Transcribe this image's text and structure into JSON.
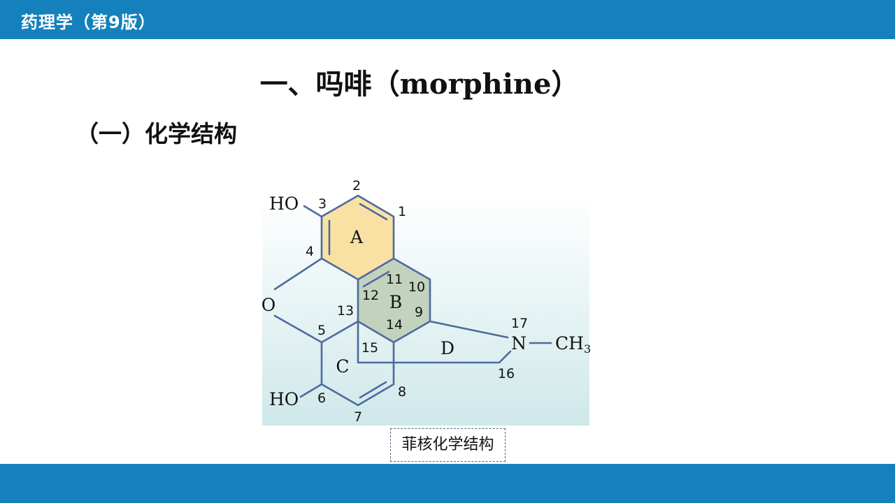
{
  "header": {
    "book_title": "药理学（第9版）"
  },
  "slide": {
    "title_cn": "一、吗啡",
    "title_open": "（",
    "title_en": "morphine",
    "title_close": "）",
    "section_heading": "（一）化学结构"
  },
  "figure": {
    "caption": "菲核化学结构",
    "ring_labels": {
      "a": "A",
      "b": "B",
      "c": "C",
      "d": "D"
    },
    "atom_numbers": [
      "1",
      "2",
      "3",
      "4",
      "5",
      "6",
      "7",
      "8",
      "9",
      "10",
      "11",
      "12",
      "13",
      "14",
      "15",
      "16",
      "17"
    ],
    "groups": {
      "ho_top": "HO",
      "ho_bottom": "HO",
      "oxygen": "O",
      "nitrogen": "N",
      "methyl_ch": "CH",
      "methyl_sub": "3"
    },
    "colors": {
      "ring_a_fill": "#f9e1a4",
      "ring_b_fill": "#c3d2bd",
      "bond": "#4d6aa0",
      "background_top": "#ffffff",
      "background_bottom": "#cfe8ea"
    }
  }
}
